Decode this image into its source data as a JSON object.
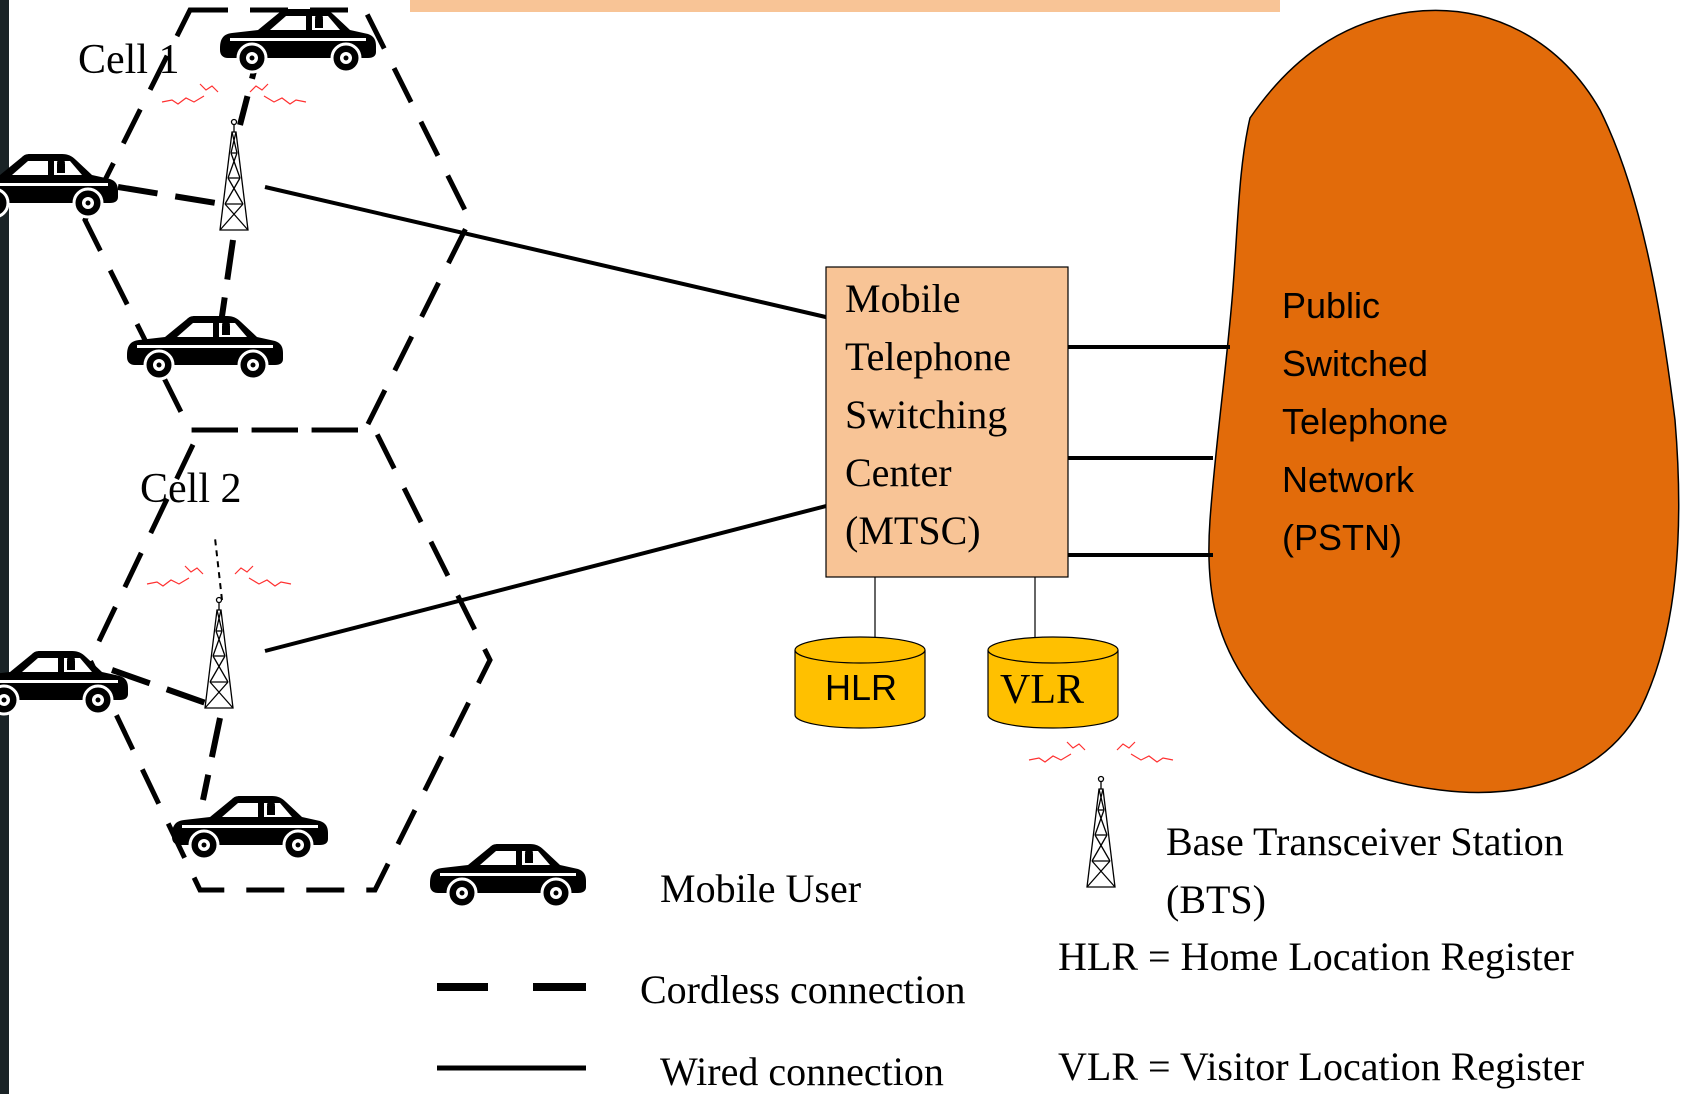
{
  "cells": {
    "cell1": "Cell 1",
    "cell2": "Cell 2"
  },
  "mtsc": {
    "lines": [
      "Mobile",
      "Telephone",
      "Switching",
      "Center",
      "(MTSC)"
    ]
  },
  "pstn": {
    "lines": [
      "Public",
      "Switched",
      "Telephone",
      "Network",
      "(PSTN)"
    ]
  },
  "databases": {
    "hlr": "HLR",
    "vlr": "VLR"
  },
  "legend": {
    "mobile_user": "Mobile User",
    "bts_line1": "Base Transceiver Station",
    "bts_line2": "(BTS)",
    "cordless": "Cordless connection",
    "wired": "Wired connection",
    "hlr_def": "HLR = Home Location Register",
    "vlr_def": "VLR = Visitor Location Register"
  },
  "colors": {
    "box_fill": "#f8c496",
    "cloud_fill": "#e26b0a",
    "db_fill": "#ffc000",
    "signal": "#ff2020",
    "sidebar": "#1a2326"
  }
}
